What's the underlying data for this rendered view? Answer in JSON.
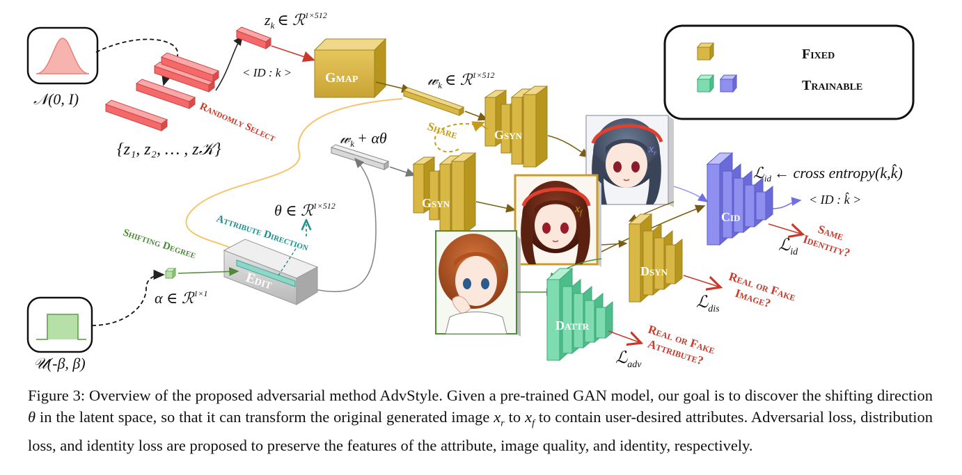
{
  "legend": {
    "fixed_label": "Fixed",
    "trainable_label": "Trainable"
  },
  "distributions": {
    "normal_label": "𝒩(0, I)",
    "uniform_label": "𝒰(-β, β)"
  },
  "labels": {
    "z_k": "z",
    "z_k_sub": "k",
    "z_k_space": "∈ ℛ",
    "z_k_dim": "1×512",
    "z_set": "{z₁, z₂, … , z𝒦}",
    "randomly_select": "Randomly Select",
    "id_k": "< ID : k >",
    "w_k": "𝓌",
    "w_k_sub": "k",
    "w_k_space": "∈ ℛ",
    "w_k_dim": "1×512",
    "w_k_shift": "𝓌",
    "w_k_shift_sub": "k",
    "w_k_shift_rest": "+ αθ",
    "share": "Share",
    "theta": "θ ∈ ℛ",
    "theta_dim": "1×512",
    "attribute_direction": "Attribute Direction",
    "shifting_degree": "Shifting Degree",
    "alpha": "α ∈ ℛ",
    "alpha_dim": "1×1",
    "cross_entropy": "ℒ",
    "cross_entropy_sub": "id",
    "cross_entropy_rest": "← cross entropy(k,k̂)",
    "id_k_hat": "< ID : k̂ >",
    "same_identity_1": "Same",
    "same_identity_2": "Identity?",
    "real_fake_image_1": "Real or Fake",
    "real_fake_image_2": "Image?",
    "real_fake_attr_1": "Real or Fake",
    "real_fake_attr_2": "Attribute?",
    "l_id": "ℒ",
    "l_id_sub": "id",
    "l_dis": "ℒ",
    "l_dis_sub": "dis",
    "l_adv": "ℒ",
    "l_adv_sub": "adv",
    "x_r": "x",
    "x_r_sub": "r",
    "x_f": "x",
    "x_f_sub": "f",
    "x_a": "x"
  },
  "modules": {
    "g_map": "Gmap",
    "g_syn_top": "Gsyn",
    "g_syn_bottom": "Gsyn",
    "c_id": "Cid",
    "d_syn": "Dsyn",
    "d_attr": "Dattr",
    "edit": "Edit"
  },
  "caption": {
    "figure_label": "Figure 3:",
    "text_1": "Overview of the proposed adversarial method AdvStyle. Given a pre-trained GAN model, our goal is to discover the shifting direction",
    "theta": "θ",
    "text_2": "in the latent space, so that it can transform the original generated image",
    "x_r": "x",
    "x_r_sub": "r",
    "text_3": "to",
    "x_f": "x",
    "x_f_sub": "f",
    "text_4": "to contain user-desired attributes. Adversarial loss, distribution loss, and identity loss are proposed to preserve the features of the attribute, image quality, and identity, respectively."
  },
  "colors": {
    "fixed": "#d8b744",
    "trainable_green": "#7fdcb0",
    "trainable_blue": "#8f8ff0",
    "latent_red": "#f46a6a",
    "red_text": "#c8392b",
    "teal_text": "#1e8f8a",
    "green_text": "#4f8a3a",
    "gold_text": "#c89a1a"
  }
}
